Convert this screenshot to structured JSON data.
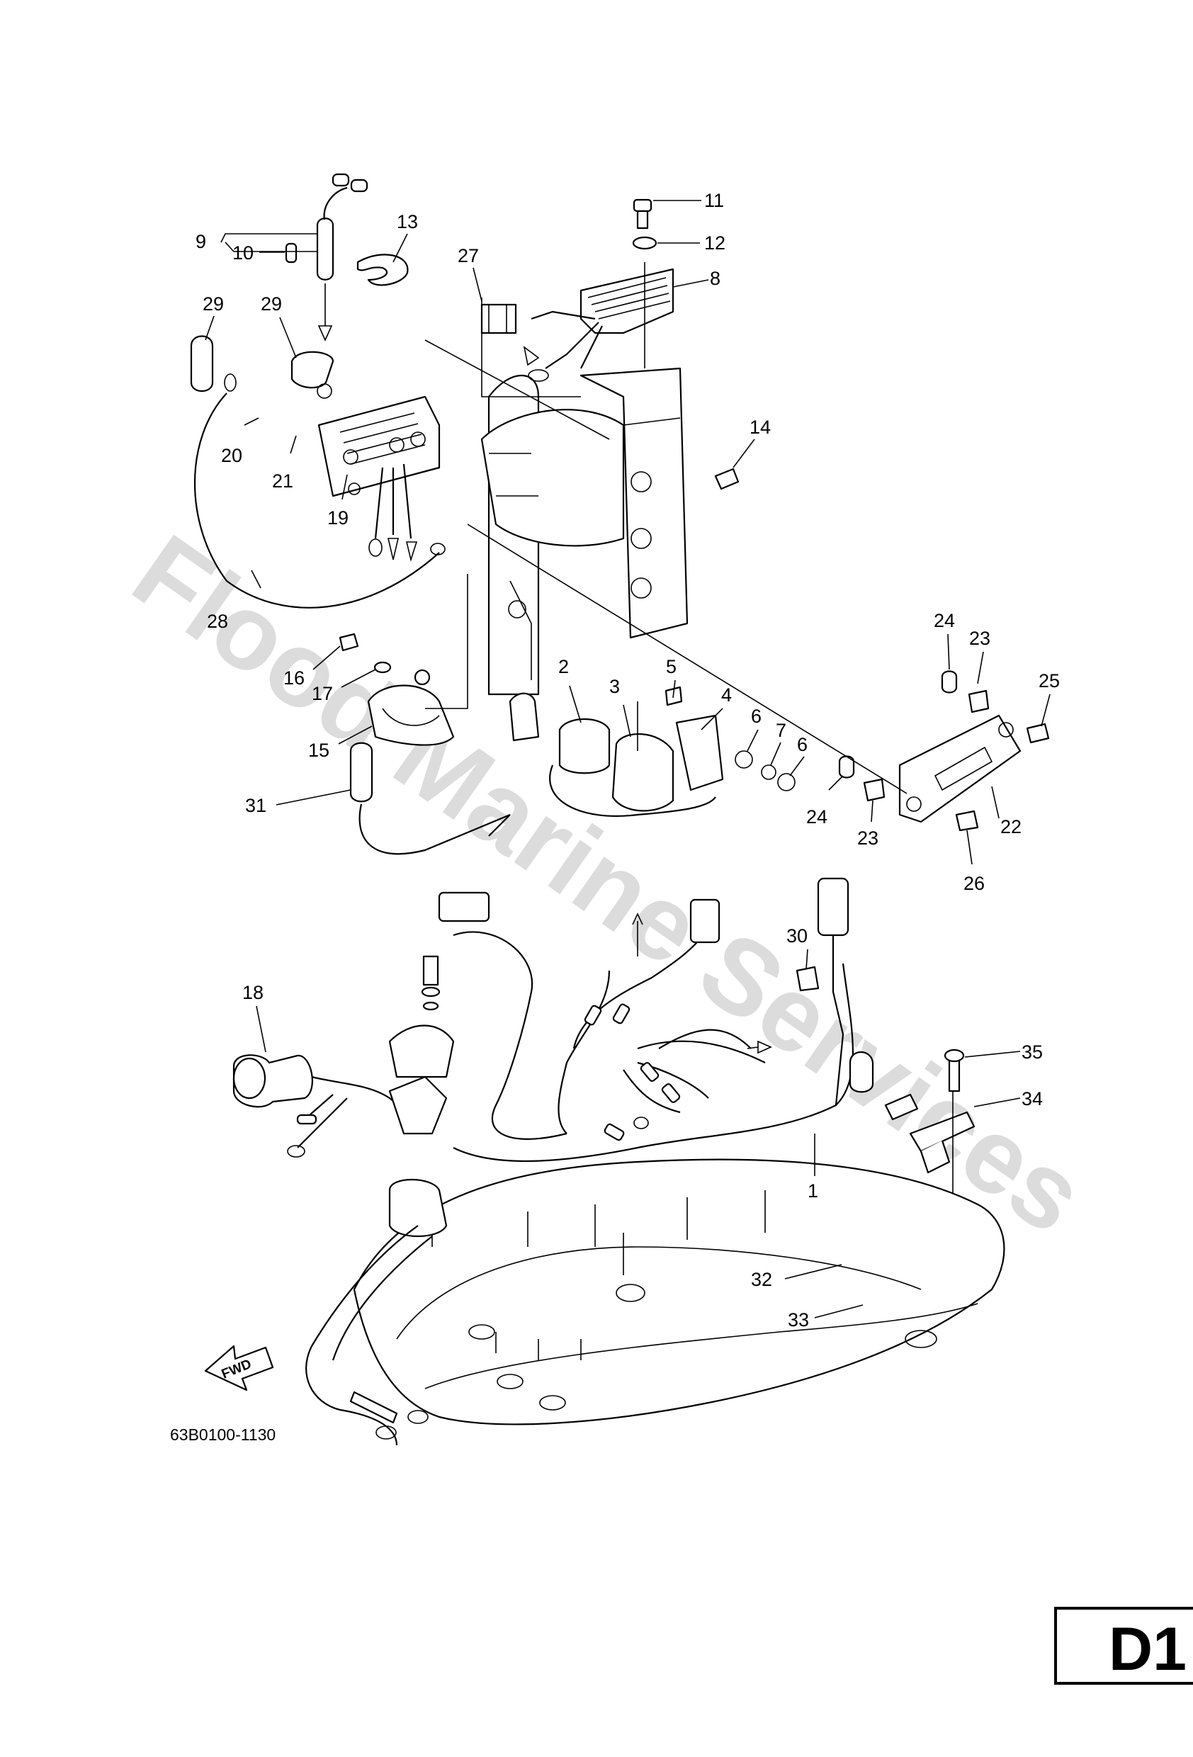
{
  "watermark": "Flood Marine Services",
  "diagram_code": "63B0100-1130",
  "page_id": "D1",
  "direction_arrow": "FWD",
  "callouts": [
    "1",
    "2",
    "3",
    "4",
    "5",
    "6",
    "6",
    "7",
    "8",
    "9",
    "10",
    "11",
    "12",
    "13",
    "14",
    "15",
    "16",
    "17",
    "18",
    "19",
    "20",
    "21",
    "22",
    "23",
    "23",
    "24",
    "24",
    "25",
    "26",
    "27",
    "28",
    "29",
    "29",
    "30",
    "31",
    "32",
    "33",
    "34",
    "35"
  ]
}
